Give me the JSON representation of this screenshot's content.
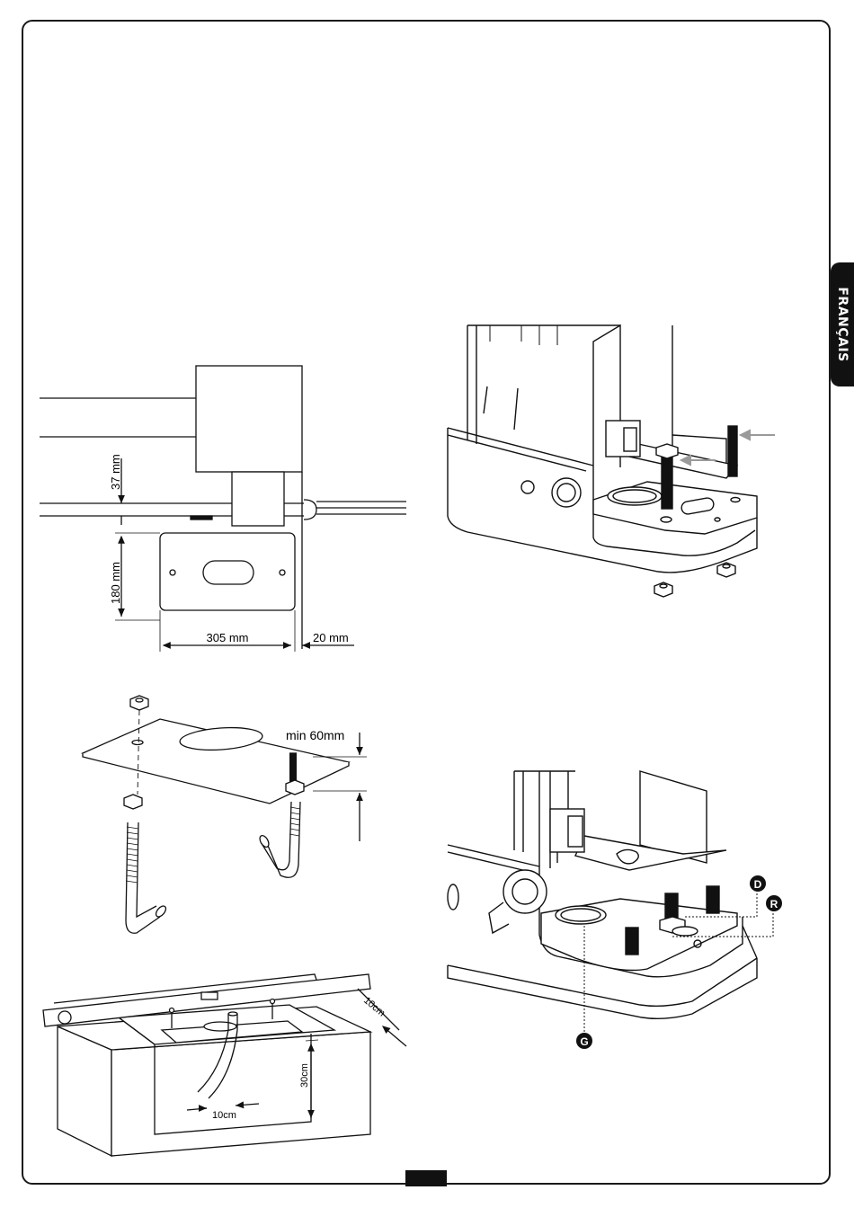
{
  "side_tab": {
    "label": "FRANÇAIS"
  },
  "fig1": {
    "dim_37": "37 mm",
    "dim_180": "180 mm",
    "dim_305": "305 mm",
    "dim_20": "20 mm"
  },
  "fig2": {
    "dim_min60": "min 60mm"
  },
  "fig3": {
    "dim_10cm_right": "10cm",
    "dim_10cm_bottom": "10cm",
    "dim_30cm": "30cm"
  },
  "fig5": {
    "callout_d": "D",
    "callout_r": "R",
    "callout_g": "G"
  }
}
